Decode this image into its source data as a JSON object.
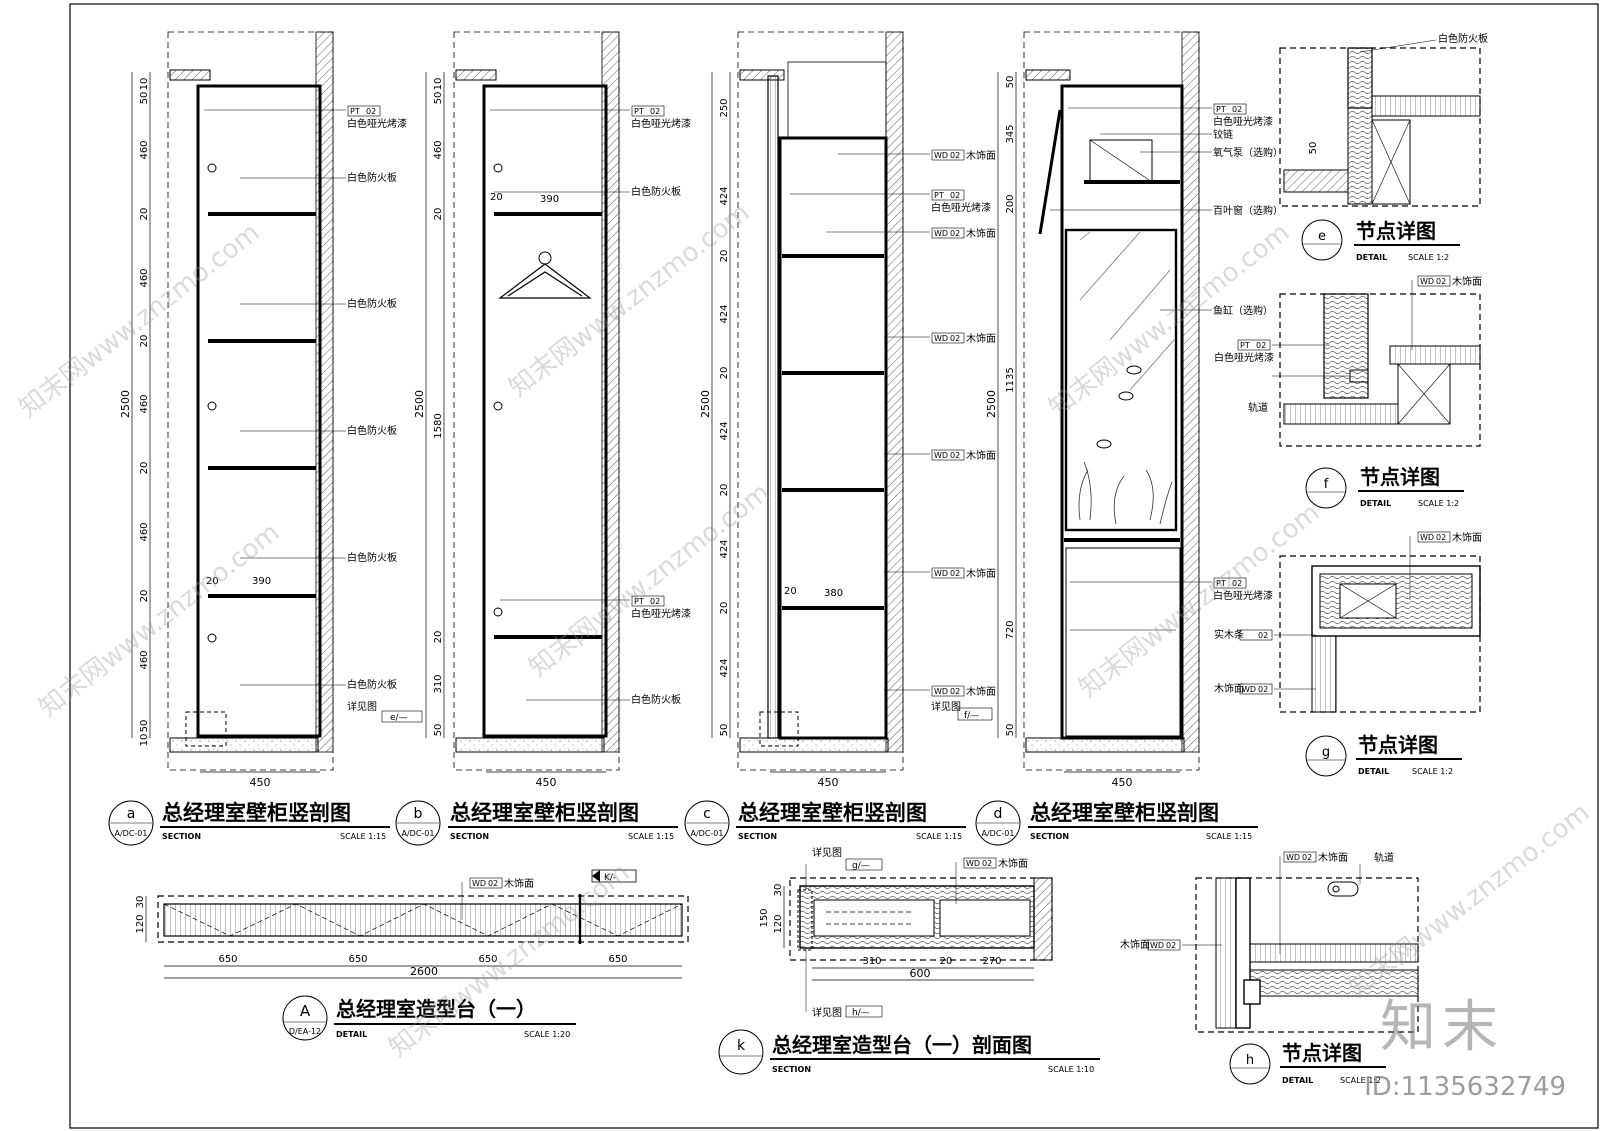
{
  "watermark": {
    "site": "知末网www.znzmo.com",
    "brand": "知末",
    "id": "ID:1135632749"
  },
  "sections": [
    {
      "letter": "a",
      "ref": "A/DC-01",
      "title": "总经理室壁柜竖剖图",
      "sub": "SECTION",
      "scale": "SCALE 1:15",
      "width": "450",
      "dims": [
        "10",
        "50",
        "460",
        "20",
        "460",
        "20",
        "460",
        "20",
        "460",
        "20",
        "460",
        "50",
        "10",
        "2500"
      ],
      "labels": [
        "PT",
        "02",
        "白色哑光烤漆",
        "白色防火板",
        "白色防火板",
        "白色防火板",
        "白色防火板",
        "白色防火板",
        "详见图",
        "e/—"
      ],
      "inner": [
        "20",
        "390"
      ]
    },
    {
      "letter": "b",
      "ref": "A/DC-01",
      "title": "总经理室壁柜竖剖图",
      "sub": "SECTION",
      "scale": "SCALE 1:15",
      "width": "450",
      "dims": [
        "10",
        "50",
        "460",
        "20",
        "1580",
        "20",
        "310",
        "50",
        "2500"
      ],
      "labels": [
        "PT",
        "02",
        "白色哑光烤漆",
        "白色防火板",
        "PT",
        "02",
        "白色哑光烤漆",
        "白色防火板"
      ],
      "inner": [
        "20",
        "390"
      ]
    },
    {
      "letter": "c",
      "ref": "A/DC-01",
      "title": "总经理室壁柜竖剖图",
      "sub": "SECTION",
      "scale": "SCALE 1:15",
      "width": "450",
      "dims": [
        "250",
        "424",
        "20",
        "424",
        "20",
        "424",
        "20",
        "424",
        "20",
        "424",
        "50",
        "2500"
      ],
      "labels": [
        "WD",
        "02",
        "木饰面",
        "PT",
        "02",
        "白色哑光烤漆",
        "WD",
        "02",
        "木饰面",
        "WD",
        "02",
        "木饰面",
        "WD",
        "02",
        "木饰面",
        "WD",
        "02",
        "木饰面",
        "WD",
        "02",
        "木饰面",
        "详见图",
        "f/—"
      ],
      "inner": [
        "20",
        "380"
      ]
    },
    {
      "letter": "d",
      "ref": "A/DC-01",
      "title": "总经理室壁柜竖剖图",
      "sub": "SECTION",
      "scale": "SCALE 1:15",
      "width": "450",
      "dims": [
        "50",
        "345",
        "200",
        "1135",
        "720",
        "50",
        "2500"
      ],
      "labels": [
        "PT",
        "02",
        "白色哑光烤漆",
        "铰链",
        "氧气泵（选购）",
        "百叶窗（选购）",
        "鱼缸（选购）",
        "PT",
        "02",
        "白色哑光烤漆"
      ]
    }
  ],
  "details": [
    {
      "letter": "e",
      "title": "节点详图",
      "sub": "DETAIL",
      "scale": "SCALE 1:2",
      "labels": [
        "白色防火板",
        "50"
      ]
    },
    {
      "letter": "f",
      "title": "节点详图",
      "sub": "DETAIL",
      "scale": "SCALE 1:2",
      "labels": [
        "WD",
        "02",
        "木饰面",
        "PT",
        "02",
        "白色哑光烤漆",
        "轨道"
      ]
    },
    {
      "letter": "g",
      "title": "节点详图",
      "sub": "DETAIL",
      "scale": "SCALE 1:2",
      "labels": [
        "WD",
        "02",
        "木饰面",
        "实木条",
        "02",
        "木饰面",
        "WD",
        "02"
      ]
    },
    {
      "letter": "h",
      "title": "节点详图",
      "sub": "DETAIL",
      "scale": "SCALE 1:2",
      "labels": [
        "WD",
        "02",
        "木饰面",
        "轨道",
        "木饰面",
        "WD",
        "02"
      ]
    }
  ],
  "platform": {
    "letter": "A",
    "ref": "D/EA-12",
    "title": "总经理室造型台（一）",
    "sub": "DETAIL",
    "scale": "SCALE 1:20",
    "dims": [
      "650",
      "650",
      "650",
      "650",
      "2600",
      "30",
      "120"
    ],
    "labels": [
      "WD",
      "02",
      "木饰面",
      "K/-"
    ]
  },
  "platform_section": {
    "letter": "k",
    "title": "总经理室造型台（一）剖面图",
    "sub": "SECTION",
    "scale": "SCALE 1:10",
    "dims": [
      "310",
      "20",
      "270",
      "600",
      "30",
      "150",
      "120"
    ],
    "labels": [
      "详见图",
      "g/—",
      "WD",
      "02",
      "木饰面",
      "详见图",
      "h/—"
    ]
  }
}
